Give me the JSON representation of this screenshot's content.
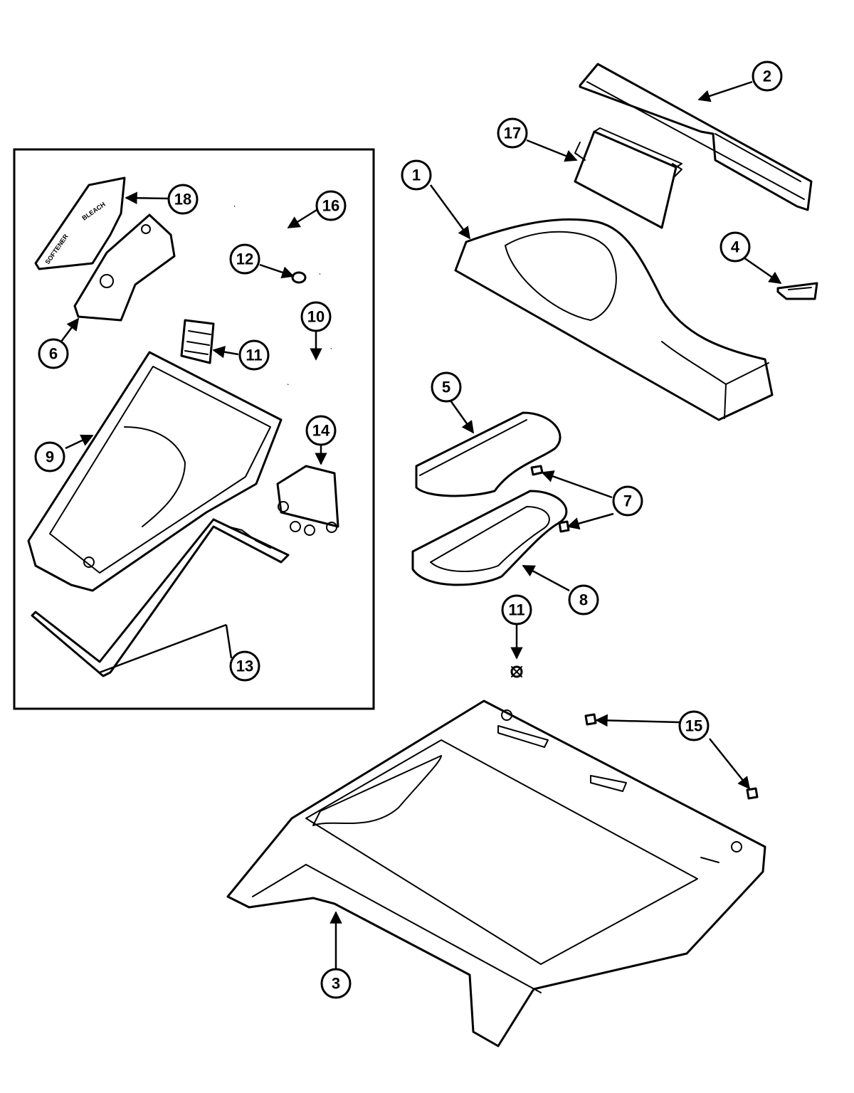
{
  "diagram": {
    "part_text": {
      "softener": "SOFTENER",
      "bleach": "BLEACH"
    },
    "callouts": {
      "c1": "1",
      "c2": "2",
      "c3": "3",
      "c4": "4",
      "c5": "5",
      "c6": "6",
      "c7": "7",
      "c8": "8",
      "c9": "9",
      "c10": "10",
      "c11a": "11",
      "c11b": "11",
      "c12": "12",
      "c13": "13",
      "c14": "14",
      "c15": "15",
      "c16": "16",
      "c17": "17",
      "c18": "18"
    }
  }
}
